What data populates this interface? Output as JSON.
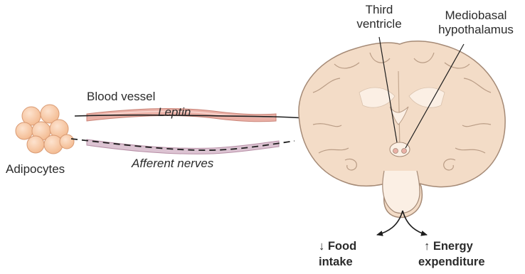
{
  "labels": {
    "third_ventricle_line1": "Third",
    "third_ventricle_line2": "ventricle",
    "mediobasal_line1": "Mediobasal",
    "mediobasal_line2": "hypothalamus",
    "blood_vessel": "Blood vessel",
    "leptin": "Leptin",
    "afferent_nerves": "Afferent nerves",
    "adipocytes": "Adipocytes",
    "food_arrow": "↓",
    "food_line1": "Food",
    "food_line2": "intake",
    "energy_arrow": "↑",
    "energy_line1": "Energy",
    "energy_line2": "expenditure"
  },
  "colors": {
    "adipocyte_fill": "#f7c9a6",
    "adipocyte_outline": "#d99a73",
    "brain_fill": "#f3dcc7",
    "brain_white_matter": "#fbefe4",
    "brain_outline": "#a58a76",
    "vessel_fill": "#eab0a6",
    "nerve_fill": "#dcc3d2",
    "arrow": "#1e1e1e"
  }
}
